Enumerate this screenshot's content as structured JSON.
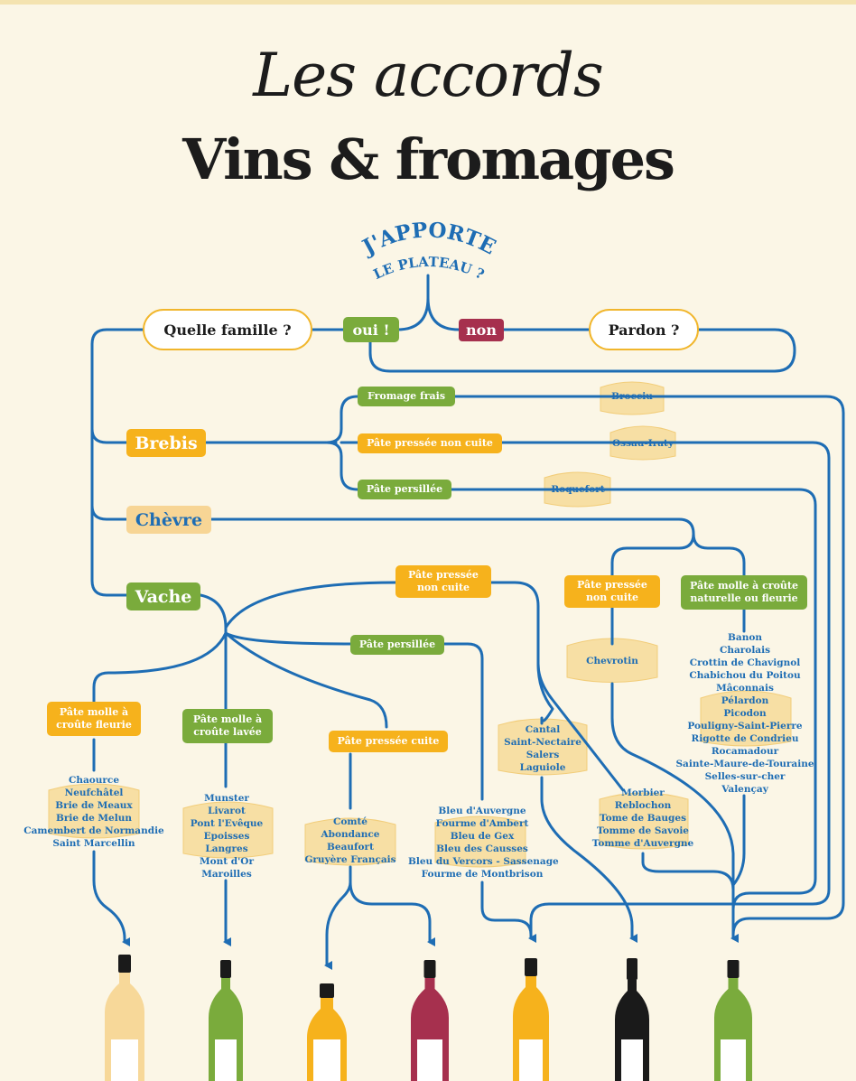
{
  "title": {
    "line1": "Les accords",
    "line2": "Vins & fromages"
  },
  "question": {
    "line1": "J'APPORTE",
    "line2": "LE PLATEAU ?"
  },
  "answers": {
    "yes": "oui !",
    "no": "non",
    "family": "Quelle famille ?",
    "sorry": "Pardon ?"
  },
  "families": {
    "sheep": "Brebis",
    "goat": "Chèvre",
    "cow": "Vache"
  },
  "brebis": {
    "fresh": "Fromage frais",
    "fresh_cheese": "Brocciu",
    "pressed": "Pâte pressée non cuite",
    "pressed_cheese": "Ossau-Iraty",
    "blue": "Pâte persillée",
    "blue_cheese": "Roquefort"
  },
  "chevre": {
    "pressed": "Pâte pressée non cuite",
    "pressed_cheese": "Chevrotin",
    "soft": "Pâte molle à croûte naturelle ou fleurie",
    "soft_cheeses": [
      "Banon",
      "Charolais",
      "Crottin de Chavignol",
      "Chabichou du Poitou",
      "Mâconnais",
      "Pélardon",
      "Picodon",
      "Pouligny-Saint-Pierre",
      "Rigotte de Condrieu",
      "Rocamadour",
      "Sainte-Maure-de-Touraine",
      "Selles-sur-cher",
      "Valençay"
    ]
  },
  "vache": {
    "pressed_raw": "Pâte pressée non cuite",
    "pressed_raw_cheeses_a": [
      "Cantal",
      "Saint-Nectaire",
      "Salers",
      "Laguiole"
    ],
    "pressed_raw_cheeses_b": [
      "Morbier",
      "Reblochon",
      "Tome de Bauges",
      "Tomme de Savoie",
      "Tomme d'Auvergne"
    ],
    "blue": "Pâte persillée",
    "blue_cheeses": [
      "Bleu d'Auvergne",
      "Fourme d'Ambert",
      "Bleu de Gex",
      "Bleu des Causses",
      "Bleu du Vercors - Sassenage",
      "Fourme de Montbrison"
    ],
    "soft_bloom": "Pâte molle à croûte fleurie",
    "soft_bloom_cheeses": [
      "Chaource",
      "Neufchâtel",
      "Brie de Meaux",
      "Brie de Melun",
      "Camembert de Normandie",
      "Saint Marcellin"
    ],
    "soft_washed": "Pâte molle à croûte lavée",
    "soft_washed_cheeses": [
      "Munster",
      "Livarot",
      "Pont l'Evêque",
      "Epoisses",
      "Langres",
      "Mont d'Or",
      "Maroilles"
    ],
    "cooked": "Pâte pressée cuite",
    "cooked_cheeses": [
      "Comté",
      "Abondance",
      "Beaufort",
      "Gruyère Français"
    ]
  },
  "colors": {
    "line": "#1e6db4",
    "green": "#7aab3c",
    "orange": "#f6b21c",
    "pale": "#f7d595",
    "red": "#a6304e",
    "cheese": "#f7dfa4",
    "bottles": [
      "#f7d899",
      "#7aab3c",
      "#f6b21c",
      "#a6304e",
      "#f6b21c",
      "#1a1a1a",
      "#7aab3c"
    ]
  }
}
